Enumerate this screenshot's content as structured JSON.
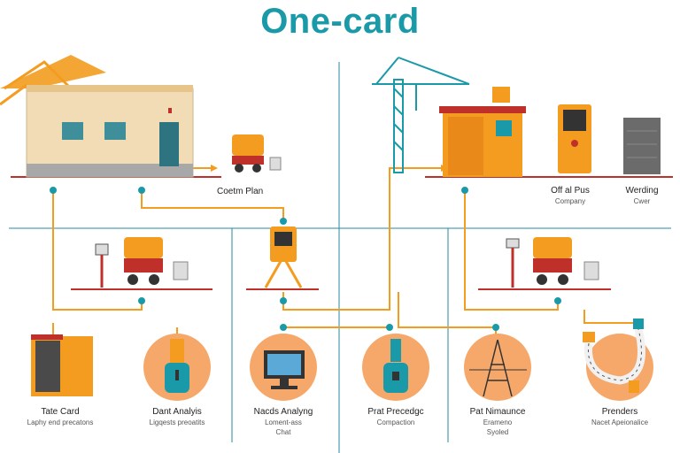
{
  "title": "One-card",
  "colors": {
    "teal": "#1a9aa8",
    "orange": "#f39c1f",
    "red": "#c0302a",
    "peach": "#f6a86a",
    "wall": "#f1dcb5",
    "dark": "#4a4a4a"
  },
  "top_labels": {
    "center": "Coetm Plan",
    "right_a_title": "Off al Pus",
    "right_a_sub": "Company",
    "right_b_title": "Werding",
    "right_b_sub": "Cwer"
  },
  "bottom_labels": [
    {
      "title": "Tate Card",
      "sub": "Laphy end precatons"
    },
    {
      "title": "Dant Analyis",
      "sub": "Ligqests preoatits"
    },
    {
      "title": "Nacds Analyng",
      "sub": "Loment-ass",
      "sub2": "Chat"
    },
    {
      "title": "Prat Precedgc",
      "sub": "Compaction"
    },
    {
      "title": "Pat Nimaunce",
      "sub": "Erameno",
      "sub2": "Syoled"
    },
    {
      "title": "Prenders",
      "sub": "Nacet Apeionalice"
    }
  ],
  "icons": [
    "warehouse-icon",
    "crane-icon",
    "truck-icon",
    "scale-icon",
    "machine-icon",
    "computer-icon",
    "plug-icon",
    "cable-icon",
    "server-icon"
  ]
}
